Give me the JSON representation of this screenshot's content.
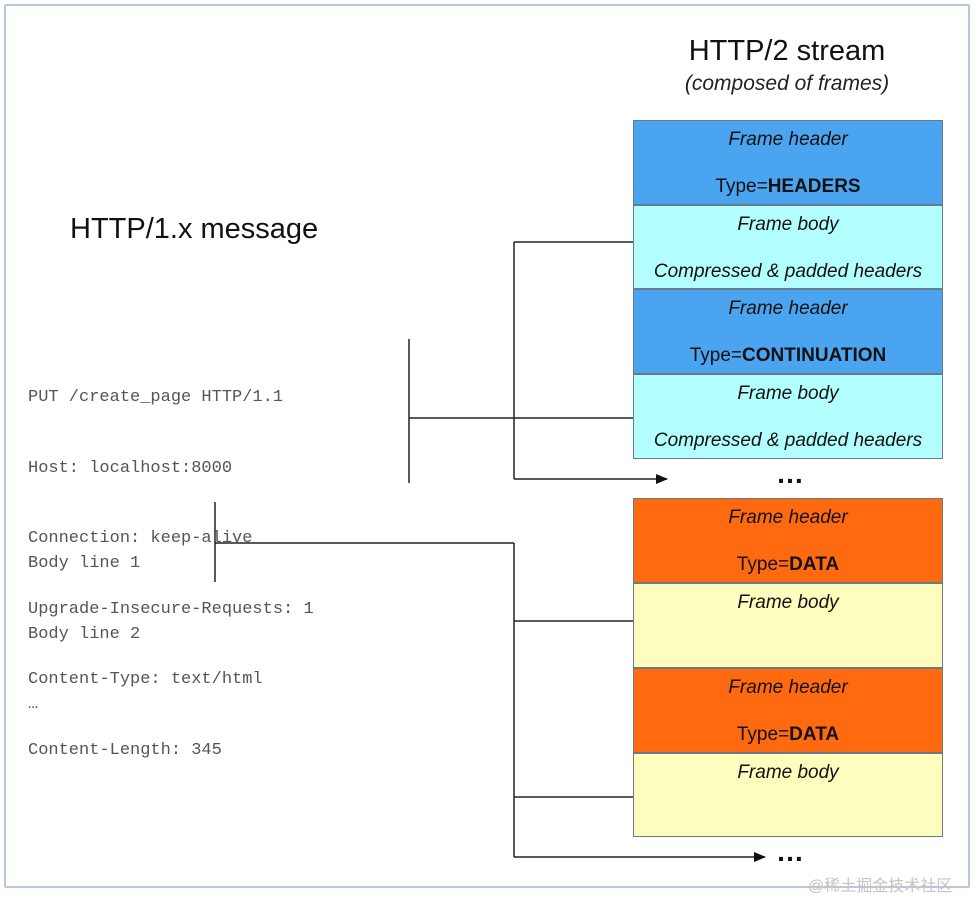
{
  "left": {
    "title": "HTTP/1.x message",
    "header_lines": [
      "PUT /create_page HTTP/1.1",
      "Host: localhost:8000",
      "Connection: keep-alive",
      "Upgrade-Insecure-Requests: 1",
      "Content-Type: text/html",
      "Content-Length: 345"
    ],
    "body_lines": [
      "Body line 1",
      "Body line 2",
      "…"
    ]
  },
  "right": {
    "title": "HTTP/2 stream",
    "subtitle": "(composed of frames)",
    "frames": [
      {
        "kind": "header",
        "color": "#4aa4f0",
        "line1": "Frame header",
        "type_prefix": "Type=",
        "type_value": "HEADERS"
      },
      {
        "kind": "body",
        "color": "#b3ffff",
        "line1": "Frame body",
        "line2": "Compressed & padded headers"
      },
      {
        "kind": "header",
        "color": "#4aa4f0",
        "line1": "Frame header",
        "type_prefix": "Type=",
        "type_value": "CONTINUATION"
      },
      {
        "kind": "body",
        "color": "#b3ffff",
        "line1": "Frame body",
        "line2": "Compressed & padded headers"
      },
      {
        "kind": "header",
        "color": "#ff6a10",
        "line1": "Frame header",
        "type_prefix": "Type=",
        "type_value": "DATA"
      },
      {
        "kind": "body",
        "color": "#fdfdbd",
        "line1": "Frame body"
      },
      {
        "kind": "header",
        "color": "#ff6a10",
        "line1": "Frame header",
        "type_prefix": "Type=",
        "type_value": "DATA"
      },
      {
        "kind": "body",
        "color": "#fdfdbd",
        "line1": "Frame body"
      }
    ],
    "ellipsis_1": "…",
    "ellipsis_2": "…"
  },
  "watermark": "@稀土掘金技术社区"
}
